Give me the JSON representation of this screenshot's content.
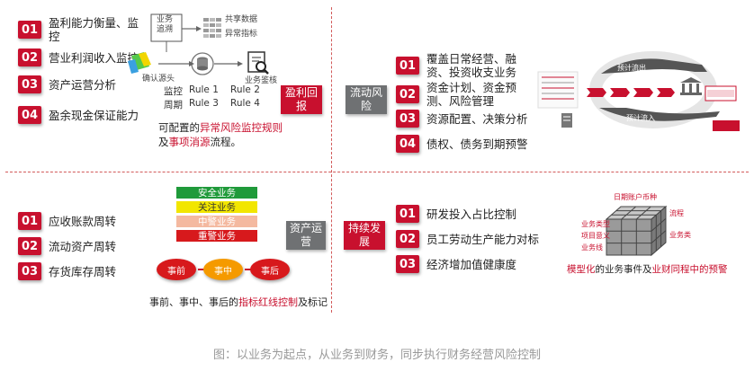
{
  "quadrant_tl": {
    "items": [
      {
        "num": "01",
        "text": "盈利能力衡量、监控"
      },
      {
        "num": "02",
        "text": "营业利润收入监控"
      },
      {
        "num": "03",
        "text": "资产运营分析"
      },
      {
        "num": "04",
        "text": "盈余现金保证能力"
      }
    ],
    "label_business_trace": "业务追溯",
    "label_shared_data": "共享数据",
    "label_anomaly_index": "异常指标",
    "label_confirm_source": "确认源头",
    "label_business_inspect": "业务鉴核",
    "label_monitor": "监控",
    "label_cycle": "周期",
    "rules": [
      "Rule 1",
      "Rule 2",
      "Rule 3",
      "Rule 4"
    ],
    "desc_prefix": "可配置的",
    "desc_red1": "异常风险监控规则",
    "desc_mid": "及",
    "desc_red2": "事项消源",
    "desc_suffix": "流程。",
    "box_label": "盈利回报"
  },
  "quadrant_tr": {
    "box_label": "流动风险",
    "items": [
      {
        "num": "01",
        "text": "覆盖日常经营、融资、投资收支业务"
      },
      {
        "num": "02",
        "text": "资金计划、资金预测、风险管理"
      },
      {
        "num": "03",
        "text": "资源配置、决策分析"
      },
      {
        "num": "04",
        "text": "债权、债务到期预警"
      }
    ],
    "label_outflow": "预计流出",
    "label_inflow": "预计流入"
  },
  "quadrant_bl": {
    "items": [
      {
        "num": "01",
        "text": "应收账款周转"
      },
      {
        "num": "02",
        "text": "流动资产周转"
      },
      {
        "num": "03",
        "text": "存货库存周转"
      }
    ],
    "bars": [
      {
        "label": "安全业务",
        "color": "#1f9a3a",
        "text_color": "#ffffff"
      },
      {
        "label": "关注业务",
        "color": "#f2e600",
        "text_color": "#333333"
      },
      {
        "label": "中警业务",
        "color": "#f4b9a0",
        "text_color": "#ffffff"
      },
      {
        "label": "重警业务",
        "color": "#d7191c",
        "text_color": "#ffffff"
      }
    ],
    "ovals": [
      {
        "label": "事前",
        "color": "#d7191c"
      },
      {
        "label": "事中",
        "color": "#f59a00"
      },
      {
        "label": "事后",
        "color": "#d7191c"
      }
    ],
    "desc_prefix": "事前、事中、事后的",
    "desc_red": "指标红线控制",
    "desc_suffix": "及标记",
    "box_label": "资产运营"
  },
  "quadrant_br": {
    "box_label": "持续发展",
    "items": [
      {
        "num": "01",
        "text": "研发投入占比控制"
      },
      {
        "num": "02",
        "text": "员工劳动生产能力对标"
      },
      {
        "num": "03",
        "text": "经济增加值健康度"
      }
    ],
    "cube_labels": [
      "日期账户币种",
      "业务类型",
      "项目意义",
      "业务线",
      "流程",
      "业务类"
    ],
    "desc_red1": "模型化",
    "desc_mid": "的业务事件及",
    "desc_red2": "业财同程中的预警"
  },
  "caption": "图：以业务为起点，从业务到财务，同步执行财务经营风险控制",
  "colors": {
    "accent": "#c8102e",
    "gray": "#6f7173"
  }
}
